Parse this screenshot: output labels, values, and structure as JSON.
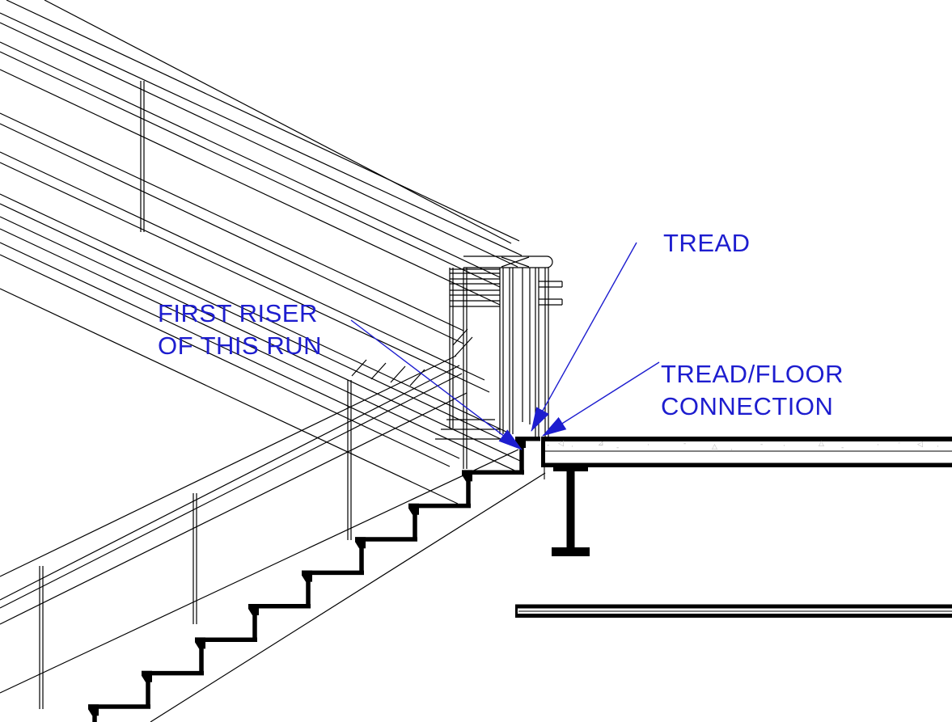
{
  "drawing": {
    "title": "stair-to-floor-connection-detail",
    "background_color": "#ffffff",
    "linework_color": "#000000",
    "annotation_color": "#1d1dcf",
    "concrete_texture_color": "#b9b9b9",
    "step_count_visible": 9
  },
  "annotations": {
    "first_riser": {
      "text": "FIRST RISER\nOF THIS RUN"
    },
    "tread": {
      "text": "TREAD"
    },
    "tread_floor": {
      "text": "TREAD/FLOOR\nCONNECTION"
    }
  },
  "leaders": [
    {
      "name": "first-riser-leader",
      "points_at": "first riser of upper run at floor edge"
    },
    {
      "name": "tread-leader",
      "points_at": "top tread surface"
    },
    {
      "name": "tread-floor-connection-leader",
      "points_at": "joint between tread and floor slab"
    }
  ]
}
